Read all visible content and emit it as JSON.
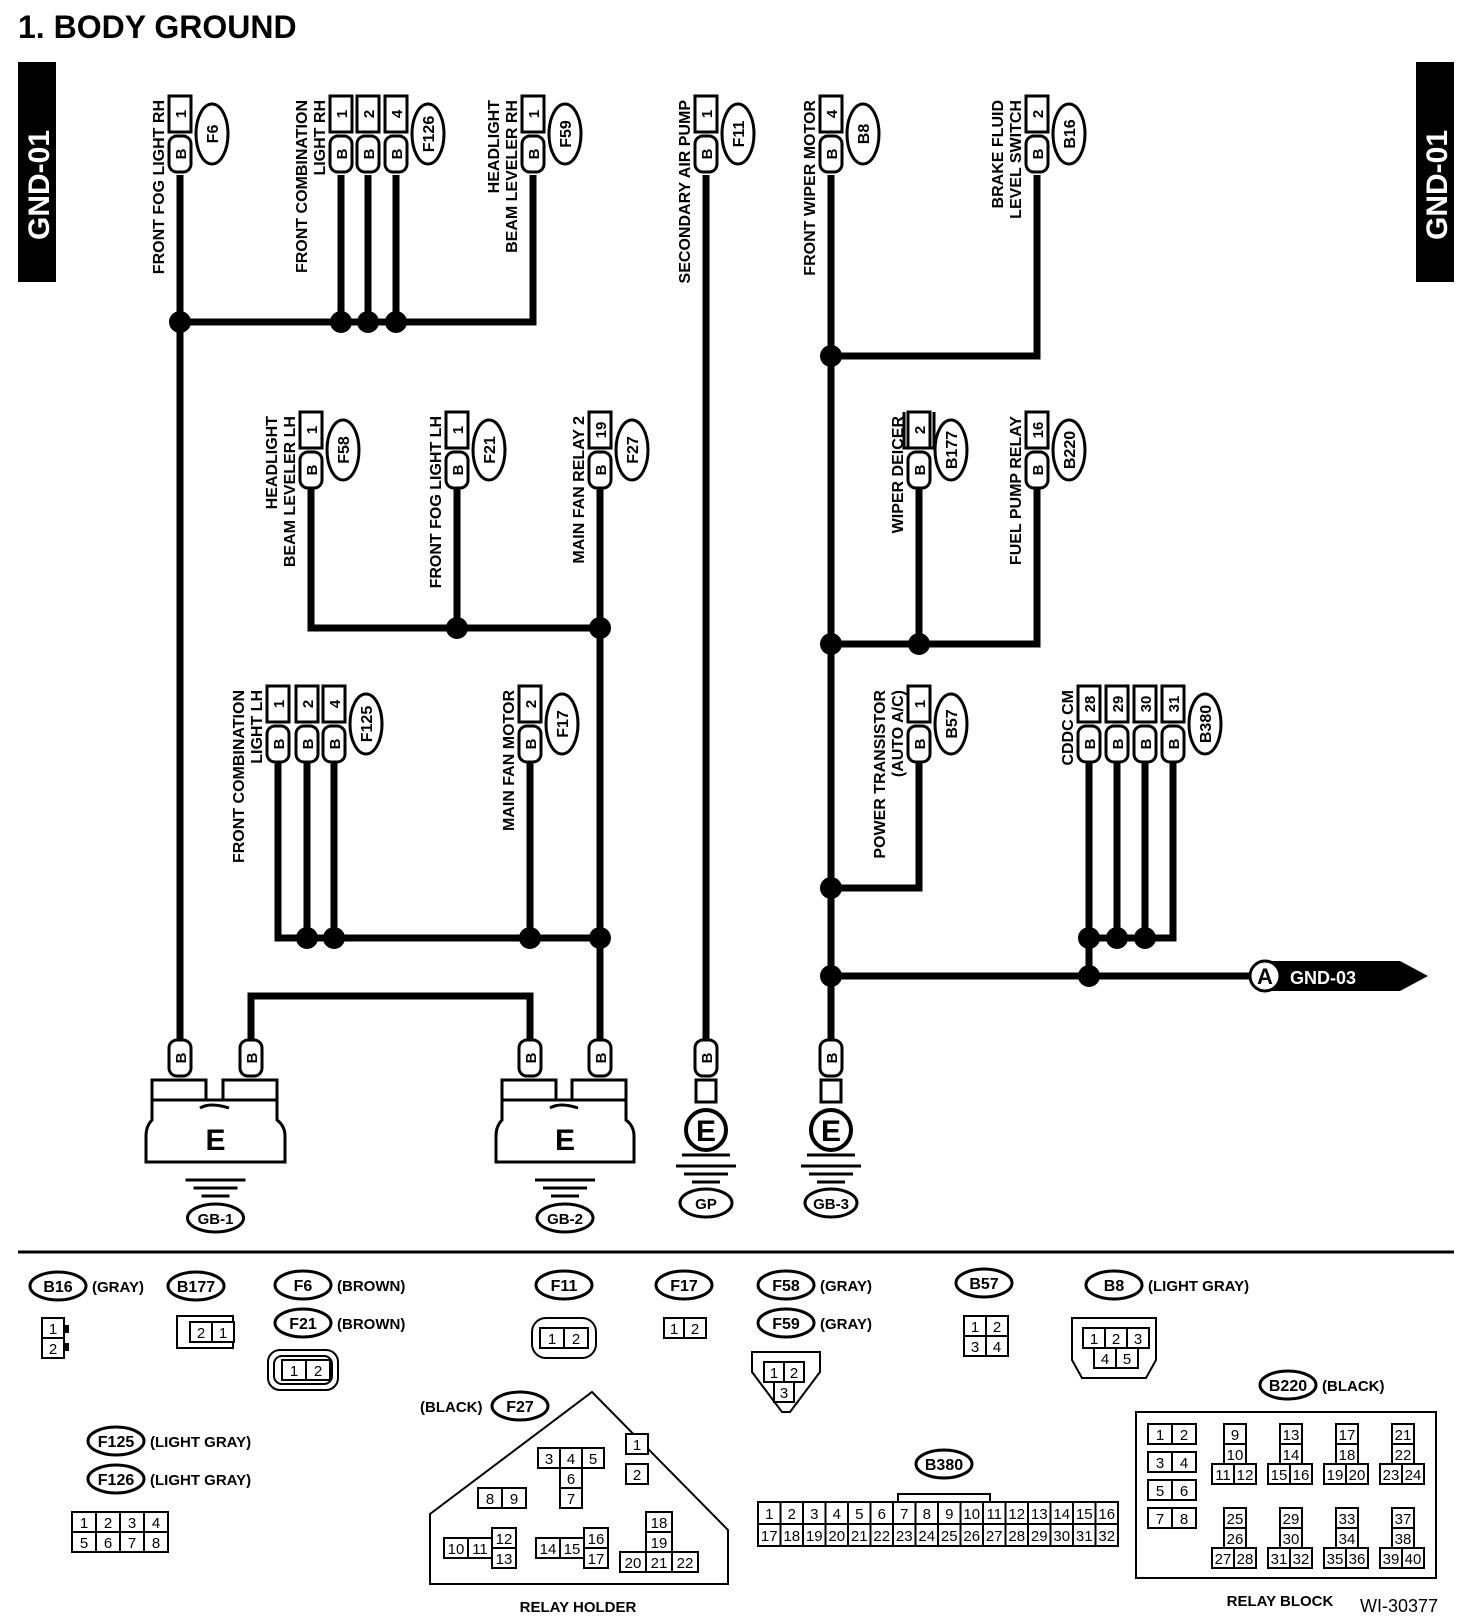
{
  "title": "1.  BODY GROUND",
  "side_tab": "GND-01",
  "figure_id": "WI-30377",
  "offpage": {
    "marker": "A",
    "label": "GND-03"
  },
  "wire_color": "B",
  "ground_symbol": "E",
  "ground_points": [
    "GB-1",
    "GB-2",
    "GP",
    "GB-3"
  ],
  "components": [
    {
      "name": "FRONT FOG LIGHT RH",
      "connector": "F6",
      "pins": [
        "1"
      ]
    },
    {
      "name": "FRONT COMBINATION LIGHT RH",
      "connector": "F126",
      "pins": [
        "1",
        "2",
        "4"
      ]
    },
    {
      "name": "HEADLIGHT BEAM LEVELER RH",
      "connector": "F59",
      "pins": [
        "1"
      ]
    },
    {
      "name": "SECONDARY AIR PUMP",
      "connector": "F11",
      "pins": [
        "1"
      ]
    },
    {
      "name": "FRONT WIPER MOTOR",
      "connector": "B8",
      "pins": [
        "4"
      ]
    },
    {
      "name": "BRAKE FLUID LEVEL SWITCH",
      "connector": "B16",
      "pins": [
        "2"
      ]
    },
    {
      "name": "HEADLIGHT BEAM LEVELER LH",
      "connector": "F58",
      "pins": [
        "1"
      ]
    },
    {
      "name": "FRONT FOG LIGHT LH",
      "connector": "F21",
      "pins": [
        "1"
      ]
    },
    {
      "name": "MAIN FAN RELAY 2",
      "connector": "F27",
      "pins": [
        "19"
      ]
    },
    {
      "name": "WIPER DEICER",
      "connector": "B177",
      "pins": [
        "2"
      ]
    },
    {
      "name": "FUEL PUMP RELAY",
      "connector": "B220",
      "pins": [
        "16"
      ]
    },
    {
      "name": "FRONT COMBINATION LIGHT LH",
      "connector": "F125",
      "pins": [
        "1",
        "2",
        "4"
      ]
    },
    {
      "name": "MAIN FAN MOTOR",
      "connector": "F17",
      "pins": [
        "2"
      ]
    },
    {
      "name": "POWER TRANSISTOR (AUTO A/C)",
      "connector": "B57",
      "pins": [
        "1"
      ]
    },
    {
      "name": "CDDC CM",
      "connector": "B380",
      "pins": [
        "28",
        "29",
        "30",
        "31"
      ]
    }
  ],
  "connector_legend": [
    {
      "id": "B16",
      "color": "(GRAY)"
    },
    {
      "id": "B177",
      "color": ""
    },
    {
      "id": "F6",
      "color": "(BROWN)"
    },
    {
      "id": "F21",
      "color": "(BROWN)"
    },
    {
      "id": "F11",
      "color": ""
    },
    {
      "id": "F17",
      "color": ""
    },
    {
      "id": "F58",
      "color": "(GRAY)"
    },
    {
      "id": "F59",
      "color": "(GRAY)"
    },
    {
      "id": "B57",
      "color": ""
    },
    {
      "id": "B8",
      "color": "(LIGHT GRAY)"
    },
    {
      "id": "F125",
      "color": "(LIGHT GRAY)"
    },
    {
      "id": "F126",
      "color": "(LIGHT GRAY)"
    },
    {
      "id": "F27",
      "color": "(BLACK)"
    },
    {
      "id": "B380",
      "color": ""
    },
    {
      "id": "B220",
      "color": "(BLACK)"
    }
  ],
  "relay_holder_label": "RELAY HOLDER",
  "relay_block_label": "RELAY BLOCK",
  "connector_faces": {
    "B16": [
      "1",
      "2"
    ],
    "B177": [
      "2",
      "1"
    ],
    "F6_F21": [
      "1",
      "2"
    ],
    "F11": [
      "1",
      "2"
    ],
    "F17": [
      "1",
      "2"
    ],
    "F58_F59": [
      "1",
      "2",
      "3"
    ],
    "B57": [
      "1",
      "2",
      "3",
      "4"
    ],
    "B8": [
      "1",
      "2",
      "3",
      "4",
      "5"
    ],
    "F125_F126": [
      "1",
      "2",
      "3",
      "4",
      "5",
      "6",
      "7",
      "8"
    ],
    "F27_relay_holder": [
      "1",
      "2",
      "3",
      "4",
      "5",
      "6",
      "7",
      "8",
      "9",
      "10",
      "11",
      "12",
      "13",
      "14",
      "15",
      "16",
      "17",
      "18",
      "19",
      "20",
      "21",
      "22"
    ],
    "B380": [
      "1",
      "2",
      "3",
      "4",
      "5",
      "6",
      "7",
      "8",
      "9",
      "10",
      "11",
      "12",
      "13",
      "14",
      "15",
      "16",
      "17",
      "18",
      "19",
      "20",
      "21",
      "22",
      "23",
      "24",
      "25",
      "26",
      "27",
      "28",
      "29",
      "30",
      "31",
      "32"
    ],
    "B220_relay_block": [
      "1",
      "2",
      "3",
      "4",
      "5",
      "6",
      "7",
      "8",
      "9",
      "10",
      "11",
      "12",
      "13",
      "14",
      "15",
      "16",
      "17",
      "18",
      "19",
      "20",
      "21",
      "22",
      "23",
      "24",
      "25",
      "26",
      "27",
      "28",
      "29",
      "30",
      "31",
      "32",
      "33",
      "34",
      "35",
      "36",
      "37",
      "38",
      "39",
      "40"
    ]
  }
}
